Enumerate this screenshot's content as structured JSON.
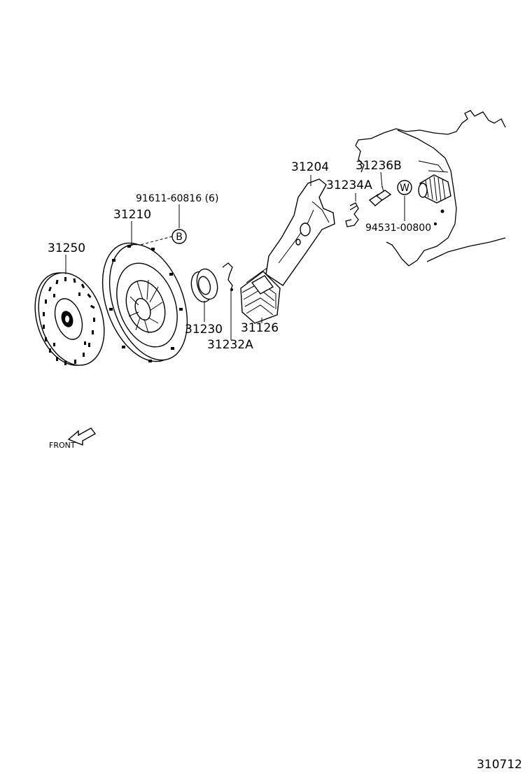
{
  "diagram": {
    "drawing_number": "310712",
    "direction_label": "FRONT",
    "parts": {
      "clutch_disc": "31250",
      "clutch_cover": "31210",
      "cover_bolt": "91611-60816 (6)",
      "cover_bolt_marker": "B",
      "release_bearing": "31230",
      "release_bearing_clip": "31232A",
      "release_fork_boot": "31126",
      "release_fork": "31204",
      "fork_support_spring": "31234A",
      "fork_support": "31236B",
      "grease_marker": "W",
      "grease_part": "94531-00800"
    }
  }
}
